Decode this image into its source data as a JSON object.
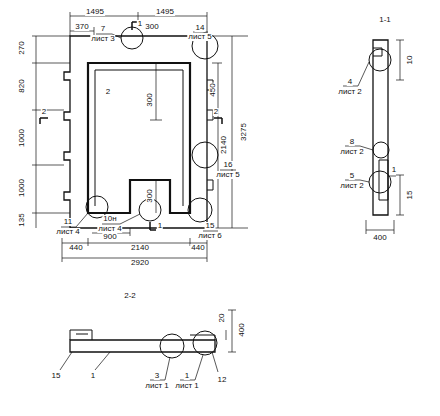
{
  "diagram": {
    "labels": [
      "1495",
      "1495",
      "370",
      "7",
      "лист 3",
      "1",
      "300",
      "14",
      "лист 5",
      "270",
      "450",
      "820",
      "2",
      "2",
      "300",
      "1000",
      "2",
      "2140",
      "3275",
      "300",
      "16",
      "лист 5",
      "1000",
      "135",
      "11",
      "лист 4",
      "10н",
      "лист 4",
      "1",
      "15",
      "лист 6",
      "900",
      "440",
      "2140",
      "440",
      "2920",
      "1-1",
      "4",
      "лист 2",
      "10",
      "8",
      "лист 2",
      "1",
      "5",
      "лист 2",
      "15",
      "400",
      "2-2",
      "20",
      "400",
      "15",
      "1",
      "3",
      "лист 1",
      "1",
      "лист 1",
      "12"
    ]
  }
}
